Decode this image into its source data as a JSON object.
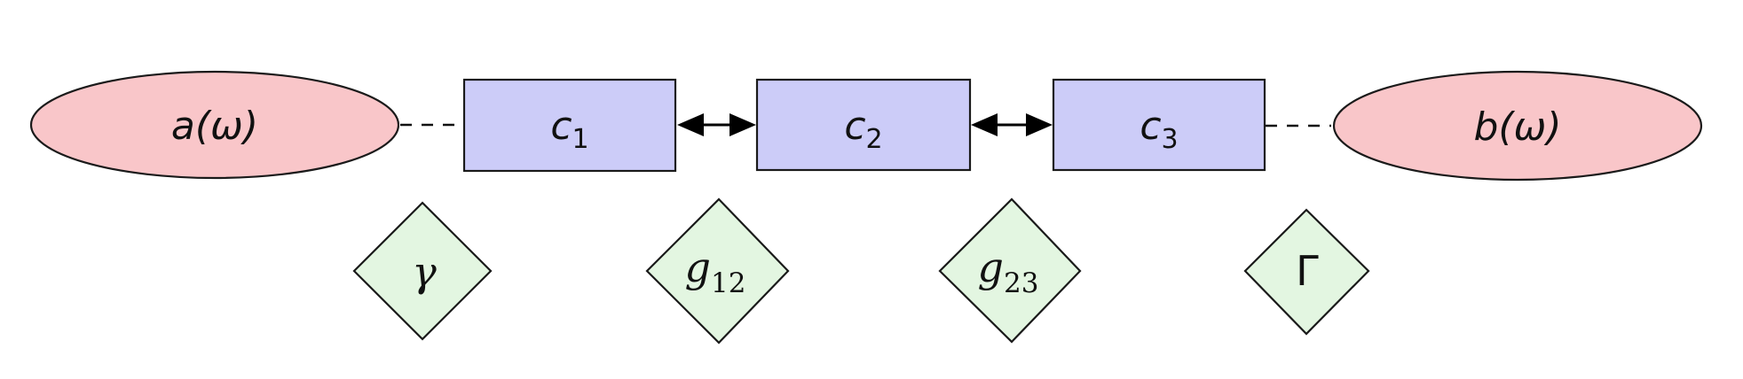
{
  "diagram": {
    "title": "coupled-cavity-mode-diagram",
    "nodes": {
      "a": {
        "shape": "ellipse",
        "label": "a(ω)"
      },
      "b": {
        "shape": "ellipse",
        "label": "b(ω)"
      },
      "c1": {
        "shape": "rect",
        "label_main": "c",
        "label_sub": "1"
      },
      "c2": {
        "shape": "rect",
        "label_main": "c",
        "label_sub": "2"
      },
      "c3": {
        "shape": "rect",
        "label_main": "c",
        "label_sub": "3"
      },
      "gamma": {
        "shape": "diamond",
        "label": "γ"
      },
      "g12": {
        "shape": "diamond",
        "label_main": "g",
        "label_sub": "12"
      },
      "g23": {
        "shape": "diamond",
        "label_main": "g",
        "label_sub": "23"
      },
      "Gamma": {
        "shape": "diamond",
        "label": "Γ"
      }
    },
    "edges": [
      {
        "from": "a",
        "to": "c1",
        "style": "dashed"
      },
      {
        "from": "c1",
        "to": "c2",
        "style": "double-arrow"
      },
      {
        "from": "c2",
        "to": "c3",
        "style": "double-arrow"
      },
      {
        "from": "c3",
        "to": "b",
        "style": "dashed"
      }
    ],
    "colors": {
      "ellipse_fill": "#f9c6c9",
      "box_fill": "#ccccf8",
      "diamond_fill": "#e3f6e1",
      "stroke": "#1a1a1a",
      "background": "#ffffff"
    }
  }
}
